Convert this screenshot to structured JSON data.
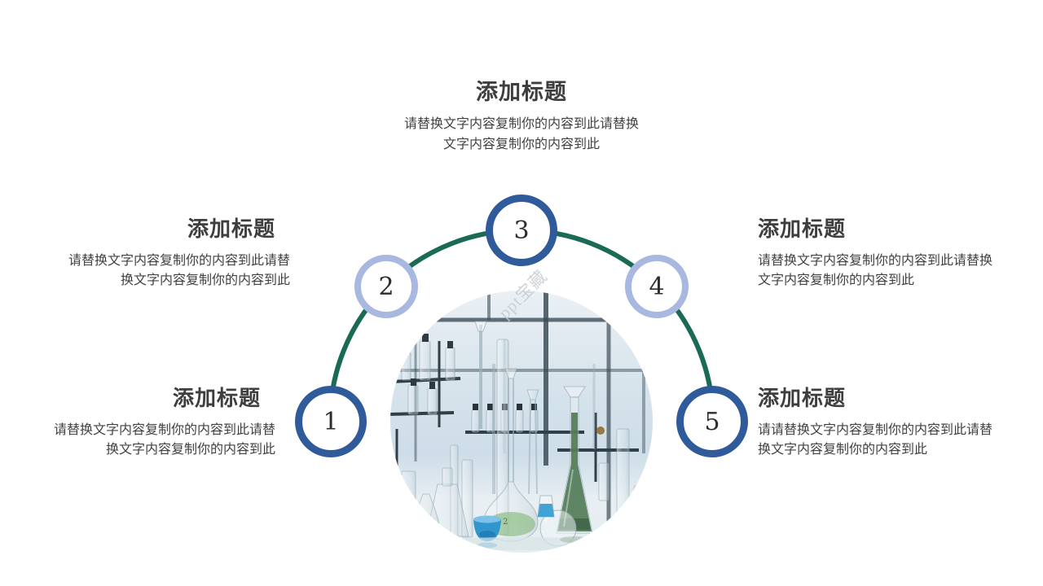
{
  "slide": {
    "background": "#ffffff"
  },
  "colors": {
    "title_text": "#3e3e3e",
    "body_text": "#414141",
    "arc_green": "#1a6a55",
    "ring_dark_blue": "#2f5b9b",
    "ring_light_blue": "#a8b8e0",
    "number_text": "#2d2d2d"
  },
  "watermark": {
    "text": "ppt宝藏"
  },
  "center_image": {
    "description": "circular photo of laboratory glassware, flasks and test tubes in front of a window",
    "flask_marking": "2"
  },
  "items": [
    {
      "number": "1",
      "ring": "dark-blue",
      "title": "添加标题",
      "body_line1": "请替换文字内容复制你的内容到此请替",
      "body_line2": "换文字内容复制你的内容到此"
    },
    {
      "number": "2",
      "ring": "light-blue",
      "title": "添加标题",
      "body_line1": "请替换文字内容复制你的内容到此请替",
      "body_line2": "换文字内容复制你的内容到此"
    },
    {
      "number": "3",
      "ring": "dark-blue",
      "title": "添加标题",
      "body_line1": "请替换文字内容复制你的内容到此请替换",
      "body_line2": "文字内容复制你的内容到此"
    },
    {
      "number": "4",
      "ring": "light-blue",
      "title": "添加标题",
      "body_line1": "请替换文字内容复制你的内容到此请替换",
      "body_line2": "文字内容复制你的内容到此"
    },
    {
      "number": "5",
      "ring": "dark-blue",
      "title": "添加标题",
      "body_line1": "请请替换文字内容复制你的内容到此请替",
      "body_line2": "换文字内容复制你的内容到此"
    }
  ]
}
